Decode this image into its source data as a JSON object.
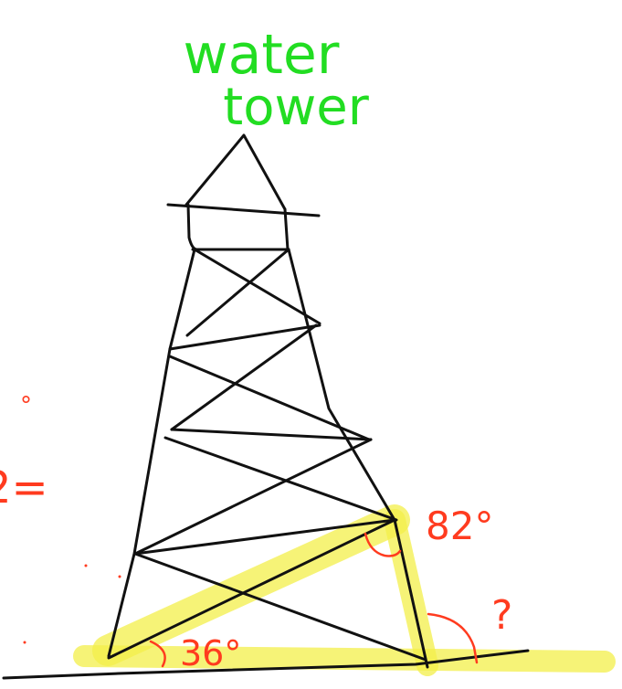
{
  "title_line1": "water",
  "title_line2": "tower",
  "angle_left": "36°",
  "angle_top_right": "82°",
  "angle_unknown": "?",
  "partial_left_degree": "°",
  "partial_left_text": "2=",
  "colors": {
    "title": "#22dd22",
    "ink": "#111111",
    "annotation": "#ff3b1f",
    "highlight": "#f3ef4a"
  }
}
